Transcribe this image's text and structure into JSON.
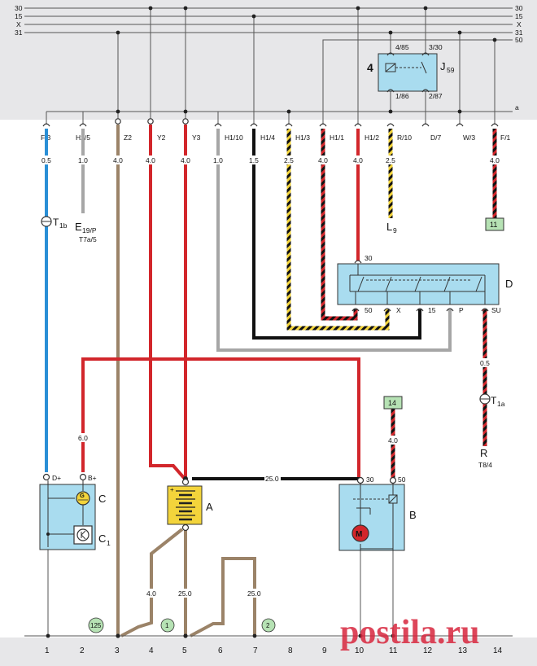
{
  "bus_labels": [
    "30",
    "15",
    "X",
    "31",
    "50"
  ],
  "bus_labels_left": [
    "30",
    "15",
    "X",
    "31"
  ],
  "bus_a_label": "a",
  "connector_labels": [
    "F/3",
    "H2/5",
    "Z2",
    "Y2",
    "Y3",
    "H1/10",
    "H1/4",
    "H1/3",
    "H1/1",
    "H1/2",
    "R/10",
    "D/7",
    "W/3",
    "F/1"
  ],
  "wire_sizes": {
    "f3": "0.5",
    "h25": "1.0",
    "z2": "4.0",
    "y2": "4.0",
    "y3": "4.0",
    "h110": "1.0",
    "h14": "1.5",
    "h13": "2.5",
    "h11": "4.0",
    "h12": "4.0",
    "r10": "2.5",
    "f1": "4.0",
    "t1a": "0.5",
    "gen": "6.0",
    "main": "25.0",
    "b50": "4.0",
    "g1": "4.0",
    "g2": "25.0",
    "g3": "25.0"
  },
  "relay": {
    "number": "4",
    "name": "J",
    "sub": "59",
    "pins": {
      "p485": "4/85",
      "p330": "3/30",
      "p186": "1/86",
      "p287": "2/87"
    }
  },
  "components": {
    "E": {
      "name": "E",
      "sub": "19/P",
      "ref": "T7a/5"
    },
    "L": {
      "name": "L",
      "sub": "9"
    },
    "R": {
      "name": "R",
      "ref": "T8/4"
    },
    "T1b": {
      "name": "T",
      "sub": "1b"
    },
    "T1a": {
      "name": "T",
      "sub": "1a"
    },
    "D": {
      "name": "D",
      "pins": [
        "30",
        "50",
        "X",
        "15",
        "P",
        "SU"
      ]
    },
    "A": {
      "name": "A"
    },
    "B": {
      "name": "B",
      "pins": [
        "30",
        "50"
      ]
    },
    "C": {
      "name": "C",
      "pins": [
        "D+",
        "B+"
      ]
    },
    "C1": {
      "name": "C",
      "sub": "1"
    },
    "gen_symbol": "G",
    "motor_symbol": "M"
  },
  "refs": {
    "r11": "11",
    "r14": "14"
  },
  "ground_marks": [
    "125",
    "1",
    "2"
  ],
  "column_numbers": [
    "1",
    "2",
    "3",
    "4",
    "5",
    "6",
    "7",
    "8",
    "9",
    "10",
    "11",
    "12",
    "13",
    "14"
  ],
  "watermark": "postila.ru",
  "colors": {
    "top_bg": "#e7e7e9",
    "bottom_bg": "#e7e7e9",
    "blue": "#2a8fd6",
    "red": "#d2262b",
    "brown": "#9b8368",
    "gray": "#a6a6a6",
    "black": "#111111",
    "yellow": "#f3d43b",
    "comp_fill": "#a9dcef",
    "ref_fill": "#b6e2b4",
    "watermark": "#d7263d"
  }
}
